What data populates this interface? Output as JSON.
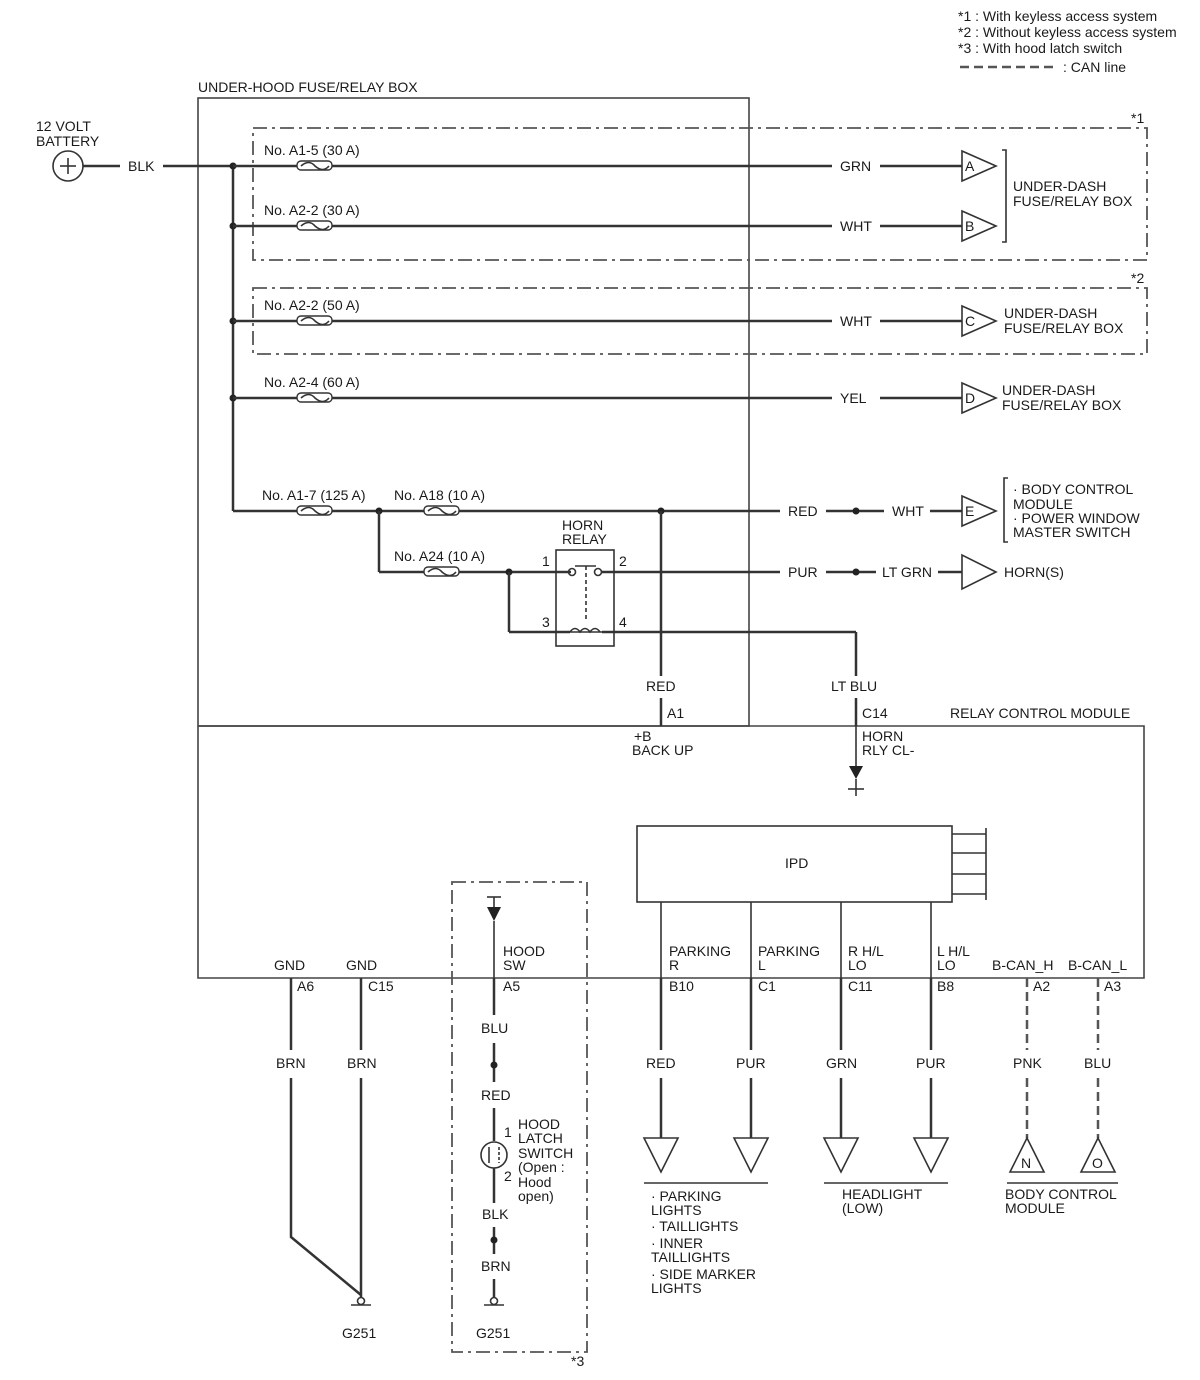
{
  "legend": {
    "note1": "*1 : With keyless access system",
    "note2": "*2 : Without keyless access system",
    "note3": "*3 : With hood latch switch",
    "can_line": ": CAN line"
  },
  "boxes": {
    "fuse_relay_box": "UNDER-HOOD FUSE/RELAY BOX",
    "relay_control_module": "RELAY CONTROL MODULE",
    "ipd": "IPD",
    "marker1": "*1",
    "marker2": "*2",
    "marker3": "*3"
  },
  "battery": {
    "line1": "12 VOLT",
    "line2": "BATTERY",
    "wire": "BLK"
  },
  "fuses": {
    "a1_5": "No. A1-5 (30 A)",
    "a2_2_30": "No. A2-2 (30 A)",
    "a2_2_50": "No. A2-2 (50 A)",
    "a2_4": "No. A2-4 (60 A)",
    "a1_7": "No. A1-7 (125 A)",
    "a18": "No. A18 (10 A)",
    "a24": "No. A24 (10 A)"
  },
  "wires": {
    "grn": "GRN",
    "wht1": "WHT",
    "wht2": "WHT",
    "yel": "YEL",
    "red_e": "RED",
    "wht_e": "WHT",
    "pur_h": "PUR",
    "ltgrn": "LT GRN",
    "red_a1": "RED",
    "ltblu": "LT BLU",
    "brn1": "BRN",
    "brn2": "BRN",
    "blu_h": "BLU",
    "red_h": "RED",
    "blk_h": "BLK",
    "brn_h": "BRN",
    "red_b10": "RED",
    "pur_c1": "PUR",
    "grn_c11": "GRN",
    "pur_b8": "PUR",
    "pnk": "PNK",
    "blu_a3": "BLU"
  },
  "connectors": {
    "a": "A",
    "b": "B",
    "c": "C",
    "d": "D",
    "e": "E",
    "n": "N",
    "o": "O"
  },
  "destinations": {
    "ab_1": "UNDER-DASH",
    "ab_2": "FUSE/RELAY BOX",
    "c_1": "UNDER-DASH",
    "c_2": "FUSE/RELAY BOX",
    "d_1": "UNDER-DASH",
    "d_2": "FUSE/RELAY BOX",
    "e_1": "· BODY CONTROL",
    "e_2": "MODULE",
    "e_3": "· POWER WINDOW",
    "e_4": "MASTER SWITCH",
    "horn": "HORN(S)",
    "parking_1": "· PARKING",
    "parking_2": "LIGHTS",
    "parking_3": "· TAILLIGHTS",
    "parking_4": "· INNER",
    "parking_5": "TAILLIGHTS",
    "parking_6": "· SIDE MARKER",
    "parking_7": "LIGHTS",
    "headlight_1": "HEADLIGHT",
    "headlight_2": "(LOW)",
    "bcm_1": "BODY CONTROL",
    "bcm_2": "MODULE"
  },
  "horn_relay": {
    "line1": "HORN",
    "line2": "RELAY",
    "p1": "1",
    "p2": "2",
    "p3": "3",
    "p4": "4"
  },
  "module_pins": {
    "a1": "A1",
    "backup_1": "+B",
    "backup_2": "BACK UP",
    "c14": "C14",
    "horn_cl_1": "HORN",
    "horn_cl_2": "RLY CL-",
    "gnd1": "GND",
    "a6": "A6",
    "gnd2": "GND",
    "c15": "C15",
    "hood_1": "HOOD",
    "hood_2": "SW",
    "a5": "A5",
    "pr_1": "PARKING",
    "pr_2": "R",
    "b10": "B10",
    "pl_1": "PARKING",
    "pl_2": "L",
    "c1": "C1",
    "rhl_1": "R H/L",
    "rhl_2": "LO",
    "c11": "C11",
    "lhl_1": "L H/L",
    "lhl_2": "LO",
    "b8": "B8",
    "bcanh": "B-CAN_H",
    "a2": "A2",
    "bcanl": "B-CAN_L",
    "a3": "A3"
  },
  "hood_switch": {
    "pin1": "1",
    "pin2": "2",
    "line1": "HOOD",
    "line2": "LATCH",
    "line3": "SWITCH",
    "line4": "(Open :",
    "line5": "Hood",
    "line6": "open)"
  },
  "grounds": {
    "g1": "G251",
    "g2": "G251"
  }
}
